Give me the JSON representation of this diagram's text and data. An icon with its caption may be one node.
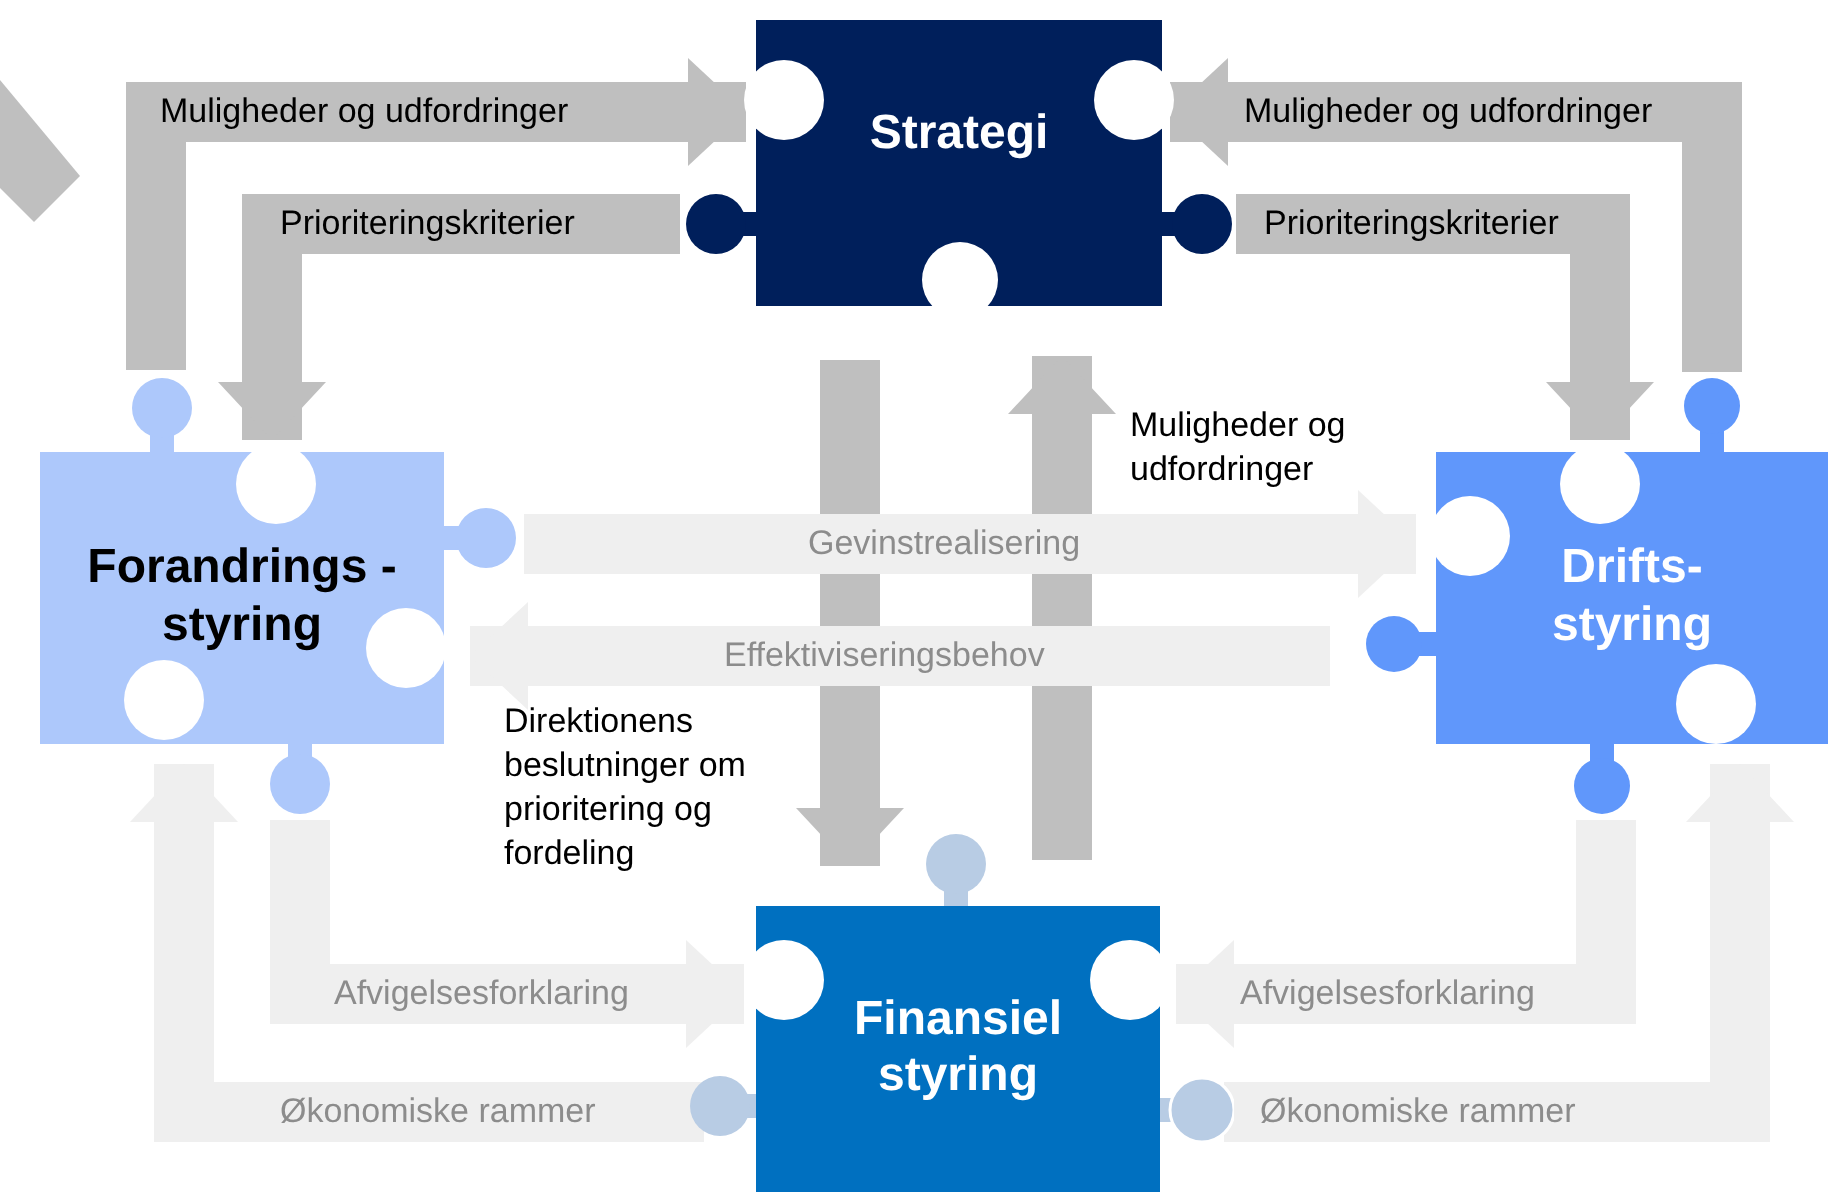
{
  "diagram": {
    "nodes": [
      {
        "text": [
          "Strategi"
        ]
      },
      {
        "text": [
          "Forandrings -styring"
        ]
      },
      {
        "text": [
          "Drifts- styring"
        ]
      },
      {
        "text": [
          "Finansiel styring"
        ]
      }
    ],
    "edges": [
      {
        "from": 1,
        "to": 0,
        "arrow": "to",
        "label": "Muligheder og udfordringer"
      },
      {
        "from": 0,
        "to": 1,
        "arrow": "to",
        "label": "Prioriteringskriterier"
      },
      {
        "from": 2,
        "to": 0,
        "arrow": "to",
        "label": "Muligheder og udfordringer"
      },
      {
        "from": 0,
        "to": 2,
        "arrow": "to",
        "label": "Prioriteringskriterier"
      },
      {
        "from": 0,
        "to": 3,
        "arrow": "to",
        "label": "Direktionens beslutninger om prioritering og fordeling"
      },
      {
        "from": 3,
        "to": 0,
        "arrow": "to",
        "label": "Muligheder og udfordringer"
      },
      {
        "from": 1,
        "to": 2,
        "arrow": "to",
        "label": "Gevinstrealisering",
        "color": "#efefef"
      },
      {
        "from": 2,
        "to": 1,
        "arrow": "to",
        "label": "Effektiviseringsbehov",
        "color": "#efefef"
      },
      {
        "from": 1,
        "to": 3,
        "arrow": "to",
        "label": "Afvigelsesforklaring",
        "color": "#efefef"
      },
      {
        "from": 3,
        "to": 1,
        "arrow": "to",
        "label": "Økonomiske rammer",
        "color": "#efefef"
      },
      {
        "from": 2,
        "to": 3,
        "arrow": "to",
        "label": "Afvigelsesforklaring",
        "color": "#efefef"
      },
      {
        "from": 3,
        "to": 2,
        "arrow": "to",
        "label": "Økonomiske rammer",
        "color": "#efefef"
      }
    ]
  }
}
